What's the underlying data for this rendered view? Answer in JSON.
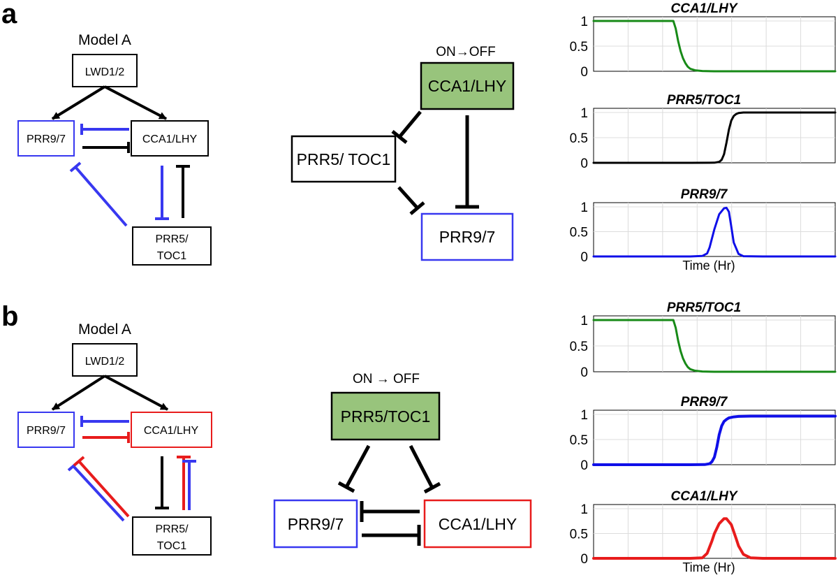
{
  "panels": [
    {
      "letter": "a",
      "model": {
        "title": "Model A",
        "nodes": {
          "lwd": "LWD1/2",
          "prr97": "PRR9/7",
          "cca1": "CCA1/LHY",
          "prr5_line1": "PRR5/",
          "prr5_line2": "TOC1"
        }
      },
      "motif": {
        "switch_label": "ON→OFF",
        "on_node": "CCA1/LHY",
        "mid_node": "PRR5/ TOC1",
        "target_node": "PRR9/7"
      }
    },
    {
      "letter": "b",
      "model": {
        "title": "Model A",
        "nodes": {
          "lwd": "LWD1/2",
          "prr97": "PRR9/7",
          "cca1": "CCA1/LHY",
          "prr5_line1": "PRR5/",
          "prr5_line2": "TOC1"
        }
      },
      "motif": {
        "switch_label": "ON → OFF",
        "on_node": "PRR5/TOC1",
        "left_node": "PRR9/7",
        "right_node": "CCA1/LHY"
      }
    }
  ],
  "colors": {
    "green_fill": "#98c47c",
    "blue": "#3838f0",
    "red": "#e81c1c",
    "black": "#000000",
    "green_line": "#178a17",
    "blue_line": "#0f0fe8"
  },
  "chart_data": [
    {
      "type": "line",
      "title": "CCA1/LHY",
      "color": "#178a17",
      "ylim": [
        0,
        1
      ],
      "yticks": [
        "1",
        "0.5",
        "0"
      ],
      "xlabel": "",
      "x": [
        0,
        0.1,
        0.2,
        0.3,
        0.33,
        0.34,
        0.35,
        0.36,
        0.37,
        0.38,
        0.39,
        0.4,
        0.42,
        0.45,
        0.5,
        0.6,
        0.8,
        1.0
      ],
      "y": [
        1,
        1,
        1,
        1,
        1,
        0.85,
        0.6,
        0.4,
        0.26,
        0.16,
        0.09,
        0.05,
        0.02,
        0.005,
        0,
        0,
        0,
        0
      ],
      "grid": true
    },
    {
      "type": "line",
      "title": "PRR5/TOC1",
      "color": "#000000",
      "ylim": [
        0,
        1
      ],
      "yticks": [
        "1",
        "0.5",
        "0"
      ],
      "xlabel": "",
      "x": [
        0,
        0.2,
        0.4,
        0.5,
        0.52,
        0.53,
        0.54,
        0.55,
        0.56,
        0.57,
        0.58,
        0.59,
        0.6,
        0.62,
        0.65,
        0.7,
        0.8,
        1.0
      ],
      "y": [
        0,
        0,
        0,
        0.003,
        0.02,
        0.06,
        0.17,
        0.4,
        0.66,
        0.84,
        0.93,
        0.97,
        0.99,
        1,
        1,
        1,
        1,
        1
      ],
      "grid": true
    },
    {
      "type": "line",
      "title": "PRR9/7",
      "color": "#0f0fe8",
      "ylim": [
        0,
        1
      ],
      "yticks": [
        "1",
        "0.5",
        "0"
      ],
      "xlabel": "Time (Hr)",
      "x": [
        0,
        0.3,
        0.4,
        0.45,
        0.47,
        0.48,
        0.5,
        0.52,
        0.54,
        0.55,
        0.56,
        0.57,
        0.58,
        0.6,
        0.62,
        0.7,
        1.0
      ],
      "y": [
        0,
        0,
        0,
        0.01,
        0.06,
        0.18,
        0.55,
        0.85,
        0.97,
        0.98,
        0.9,
        0.6,
        0.28,
        0.05,
        0.005,
        0,
        0
      ],
      "grid": true
    },
    {
      "type": "line",
      "title": "PRR5/TOC1",
      "color": "#178a17",
      "ylim": [
        0,
        1
      ],
      "yticks": [
        "1",
        "0.5",
        "0"
      ],
      "xlabel": "",
      "x": [
        0,
        0.1,
        0.2,
        0.3,
        0.33,
        0.34,
        0.35,
        0.36,
        0.37,
        0.38,
        0.39,
        0.4,
        0.42,
        0.45,
        0.5,
        0.6,
        0.8,
        1.0
      ],
      "y": [
        1,
        1,
        1,
        1,
        1,
        0.85,
        0.6,
        0.4,
        0.26,
        0.16,
        0.09,
        0.05,
        0.02,
        0.005,
        0,
        0,
        0,
        0
      ],
      "grid": true
    },
    {
      "type": "line",
      "title": "PRR9/7",
      "color": "#0f0fe8",
      "ylim": [
        0,
        0.97
      ],
      "yticks": [
        "1",
        "0.5",
        "0"
      ],
      "xlabel": "",
      "x": [
        0,
        0.3,
        0.4,
        0.46,
        0.48,
        0.49,
        0.5,
        0.51,
        0.52,
        0.53,
        0.54,
        0.55,
        0.56,
        0.58,
        0.6,
        0.65,
        0.7,
        1.0
      ],
      "y": [
        0,
        0,
        0,
        0.003,
        0.02,
        0.06,
        0.15,
        0.35,
        0.6,
        0.77,
        0.86,
        0.9,
        0.93,
        0.95,
        0.96,
        0.965,
        0.965,
        0.965
      ],
      "grid": true
    },
    {
      "type": "line",
      "title": "CCA1/LHY",
      "color": "#e81c1c",
      "ylim": [
        0,
        1
      ],
      "yticks": [
        "1",
        "0.5",
        "0"
      ],
      "xlabel": "Time (Hr)",
      "x": [
        0,
        0.3,
        0.4,
        0.45,
        0.47,
        0.49,
        0.5,
        0.52,
        0.54,
        0.55,
        0.57,
        0.59,
        0.6,
        0.62,
        0.65,
        0.7,
        1.0
      ],
      "y": [
        0,
        0,
        0,
        0.01,
        0.1,
        0.35,
        0.5,
        0.7,
        0.8,
        0.8,
        0.68,
        0.4,
        0.25,
        0.08,
        0.01,
        0,
        0
      ],
      "grid": true
    }
  ]
}
